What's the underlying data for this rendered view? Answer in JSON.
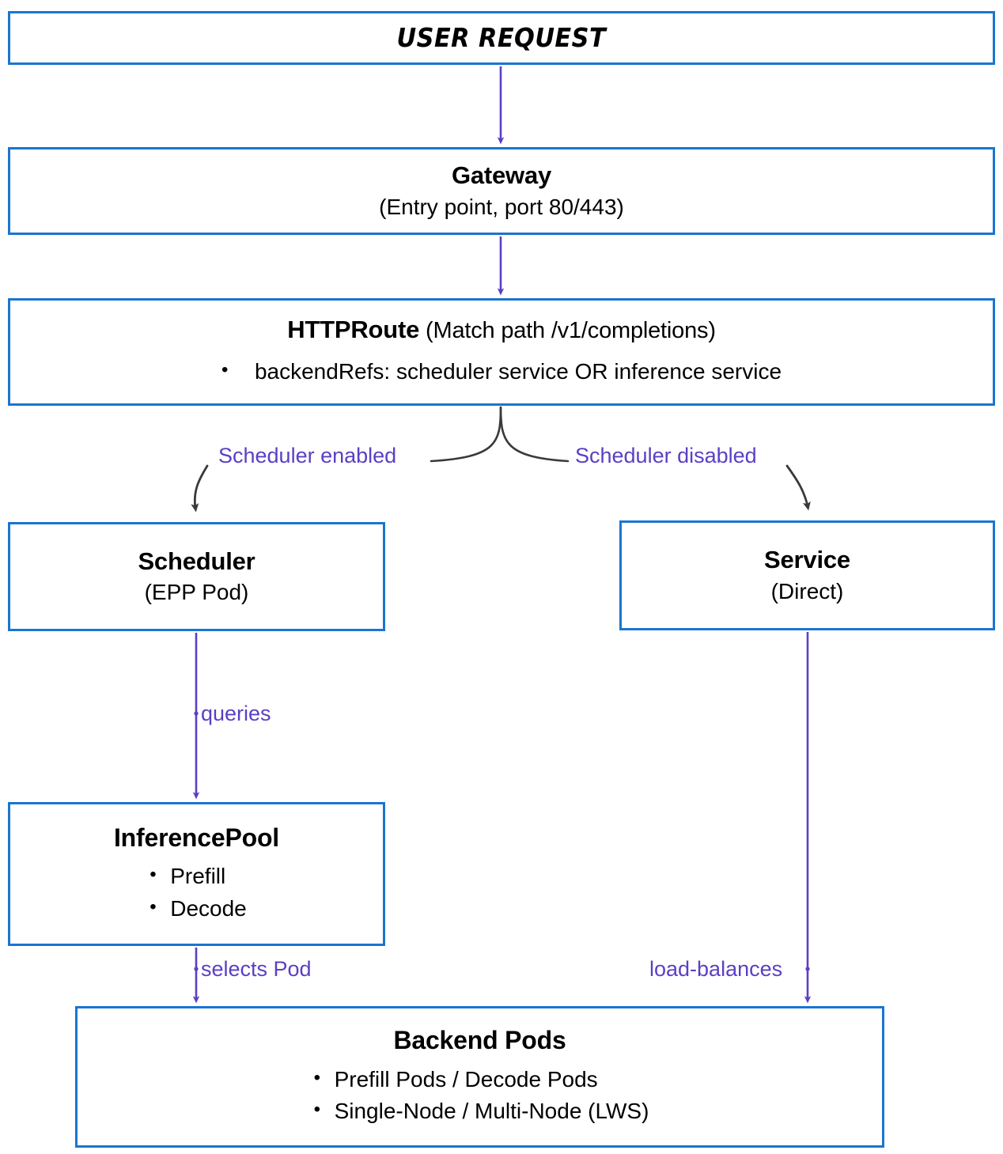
{
  "diagram": {
    "title": "Gateway inference routing flow",
    "colors": {
      "box_border": "#1b75d0",
      "arrow_purple": "#5b3fc4",
      "branch_arrow": "#3a3a3a",
      "text": "#000000",
      "background": "#ffffff"
    }
  },
  "nodes": {
    "user_request": {
      "title": "USER REQUEST"
    },
    "gateway": {
      "title": "Gateway",
      "subtitle": "(Entry point, port 80/443)"
    },
    "httproute": {
      "title": "HTTPRoute",
      "title_suffix": " (Match path /v1/completions)",
      "bullets": [
        "backendRefs: scheduler service OR inference service"
      ]
    },
    "scheduler": {
      "title": "Scheduler",
      "subtitle": "(EPP Pod)"
    },
    "service": {
      "title": "Service",
      "subtitle": "(Direct)"
    },
    "inferencepool": {
      "title": "InferencePool",
      "bullets": [
        "Prefill",
        "Decode"
      ]
    },
    "backendpods": {
      "title": "Backend Pods",
      "bullets": [
        "Prefill Pods / Decode Pods",
        "Single-Node / Multi-Node (LWS)"
      ]
    }
  },
  "edges": {
    "scheduler_enabled": "Scheduler enabled",
    "scheduler_disabled": "Scheduler disabled",
    "queries": "queries",
    "selects_pod": "selects Pod",
    "load_balances": "load-balances"
  }
}
